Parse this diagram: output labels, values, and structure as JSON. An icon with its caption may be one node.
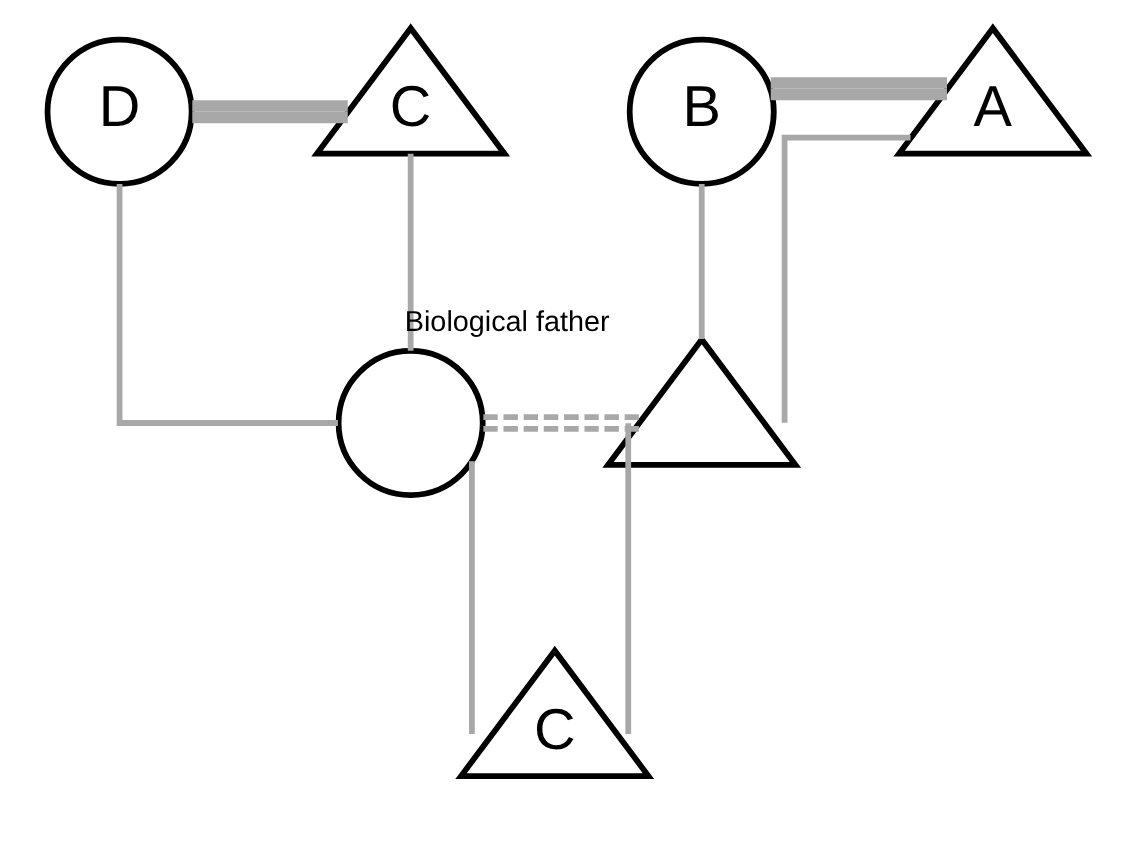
{
  "diagram": {
    "nodes": [
      {
        "text": [
          "D"
        ]
      },
      {
        "text": [
          "C"
        ]
      },
      {
        "text": [
          "B"
        ]
      },
      {
        "text": [
          "A"
        ]
      },
      {
        "text": [],
        "shape": "circle"
      },
      {
        "text": [],
        "shape": "triangle",
        "beside": [
          "Biological father"
        ]
      },
      {
        "text": [
          "C"
        ]
      }
    ],
    "edges": [
      {
        "from": 0,
        "to": 1,
        "arrow": "none",
        "style": "thick"
      },
      {
        "from": 2,
        "to": 3,
        "arrow": "none",
        "style": "thick"
      },
      {
        "from": 0,
        "to": 4,
        "arrow": "none"
      },
      {
        "from": 1,
        "to": 4,
        "arrow": "none"
      },
      {
        "from": 2,
        "to": 5,
        "arrow": "none"
      },
      {
        "from": 3,
        "to": 5,
        "arrow": "none"
      },
      {
        "from": 4,
        "to": 5,
        "arrow": "none",
        "style": "dashed"
      },
      {
        "from": 4,
        "to": 6,
        "arrow": "none"
      },
      {
        "from": 5,
        "to": 6,
        "arrow": "none"
      }
    ]
  }
}
